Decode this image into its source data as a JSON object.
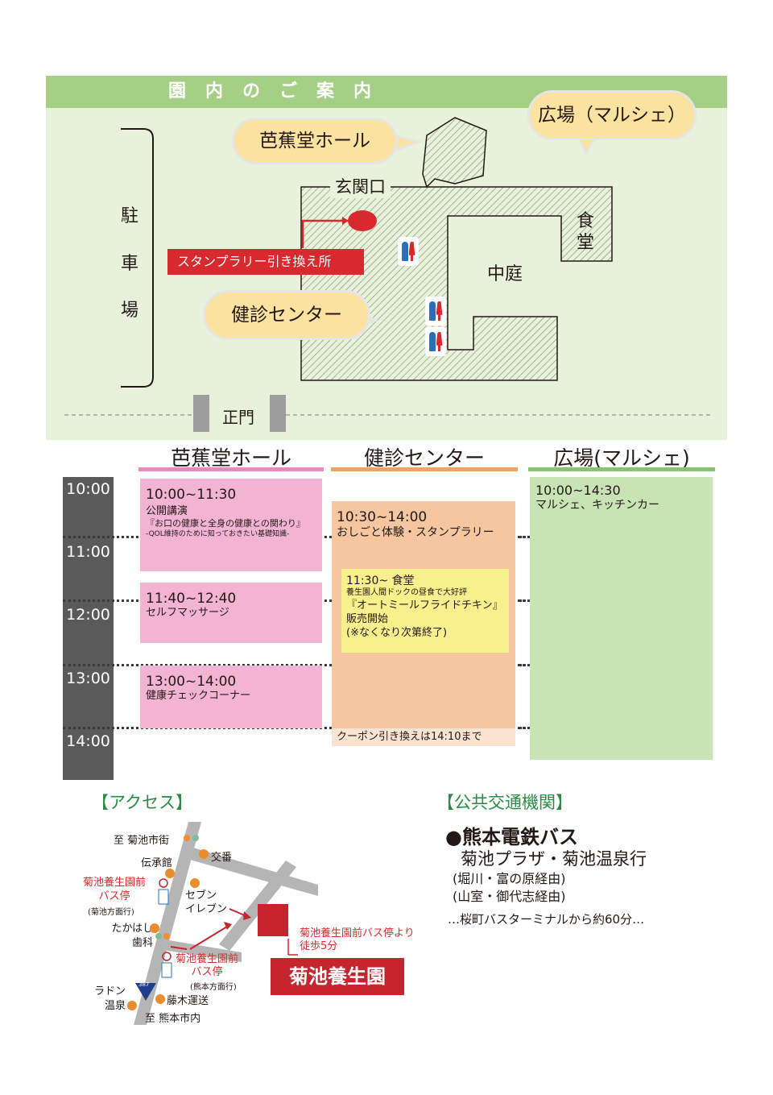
{
  "map": {
    "title": "園内のご案内",
    "bubbles": {
      "basho": "芭蕉堂ホール",
      "hiroba": "広場（マルシェ）",
      "kenshin": "健診センター"
    },
    "labels": {
      "parking": [
        "駐",
        "車",
        "場"
      ],
      "entrance": "玄関口",
      "dining": [
        "食",
        "堂"
      ],
      "courtyard": "中庭",
      "stamp_exchange": "スタンプラリー引き換え所",
      "main_gate": "正門"
    },
    "colors": {
      "banner": "#a5cf85",
      "ground": "#e8f2db",
      "bubble": "#fbe2a0",
      "stamp": "#d8292f"
    }
  },
  "schedule": {
    "columns": [
      {
        "name": "芭蕉堂ホール",
        "color": "#e68bb9"
      },
      {
        "name": "健診センター",
        "color": "#eea464"
      },
      {
        "name": "広場(マルシェ)",
        "color": "#8cc26f"
      }
    ],
    "times": [
      "10:00",
      "11:00",
      "12:00",
      "13:00",
      "14:00"
    ],
    "basho": [
      {
        "time": "10:00~11:30",
        "title": "公開講演",
        "subtitle": "『お口の健康と全身の健康との関わり』",
        "note": "-QOL維持のために知っておきたい基礎知識-"
      },
      {
        "time": "11:40~12:40",
        "title": "セルフマッサージ"
      },
      {
        "time": "13:00~14:00",
        "title": "健康チェックコーナー"
      }
    ],
    "kenshin": {
      "time": "10:30~14:00",
      "title": "おしごと体験・スタンプラリー",
      "footer": "クーポン引き換えは14:10まで",
      "inner": {
        "time": "11:30~ 食堂",
        "note": "養生園人間ドックの昼食で大好評",
        "product": "『オートミールフライドチキン』",
        "sale": "販売開始",
        "caveat": "(※なくなり次第終了)"
      }
    },
    "hiroba": {
      "time": "10:00~14:30",
      "title": "マルシェ、キッチンカー"
    }
  },
  "access": {
    "heading": "【アクセス】",
    "north": "至 菊池市街",
    "south": "至 熊本市内",
    "koban": "交番",
    "denshokan": "伝承館",
    "seven": [
      "セブン",
      "イレブン"
    ],
    "bus_stop_1": {
      "name": [
        "菊池養生園前",
        "バス停"
      ],
      "dir": "(菊池方面行)"
    },
    "bus_stop_2": {
      "name": [
        "菊池養生園前",
        "バス停"
      ],
      "dir": "(熊本方面行)"
    },
    "takahashi": [
      "たかはし",
      "歯科"
    ],
    "radon": [
      "ラドン",
      "温泉"
    ],
    "fujiki": "藤木運送",
    "route": "387",
    "walk": [
      "菊池養生園前バス停より",
      "徒歩5分"
    ],
    "destination": "菊池養生園"
  },
  "transit": {
    "heading": "【公共交通機関】",
    "company": "●熊本電鉄バス",
    "line": "菊池プラザ・菊池温泉行",
    "via1": "(堀川・富の原経由)",
    "via2": "(山室・御代志経由)",
    "time": "…桜町バスターミナルから約60分…"
  }
}
